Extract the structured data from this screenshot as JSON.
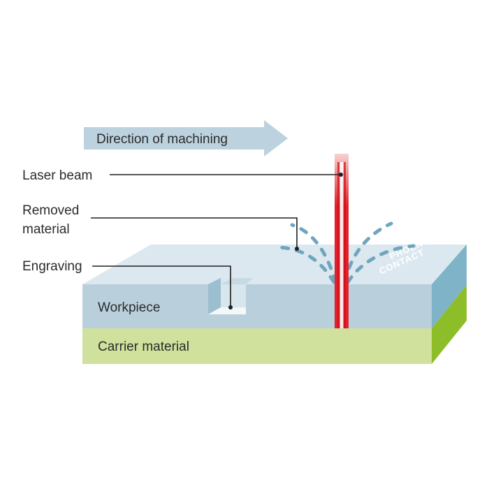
{
  "arrow": {
    "label": "Direction of machining"
  },
  "callouts": {
    "laser_beam": "Laser beam",
    "removed_material_line1": "Removed",
    "removed_material_line2": "material",
    "engraving": "Engraving"
  },
  "layers": {
    "workpiece": "Workpiece",
    "carrier": "Carrier material"
  },
  "logo": {
    "line1": "PHOENIX",
    "line2": "CONTACT"
  },
  "colors": {
    "arrow_fill": "#bcd2de",
    "workpiece_top": "#dce8ef",
    "workpiece_front": "#b9d0dc",
    "workpiece_side": "#7fb3c8",
    "carrier_front": "#cfe19c",
    "carrier_side": "#8ebd2a",
    "laser": "#e3202b",
    "particles": "#6fa6bf"
  }
}
